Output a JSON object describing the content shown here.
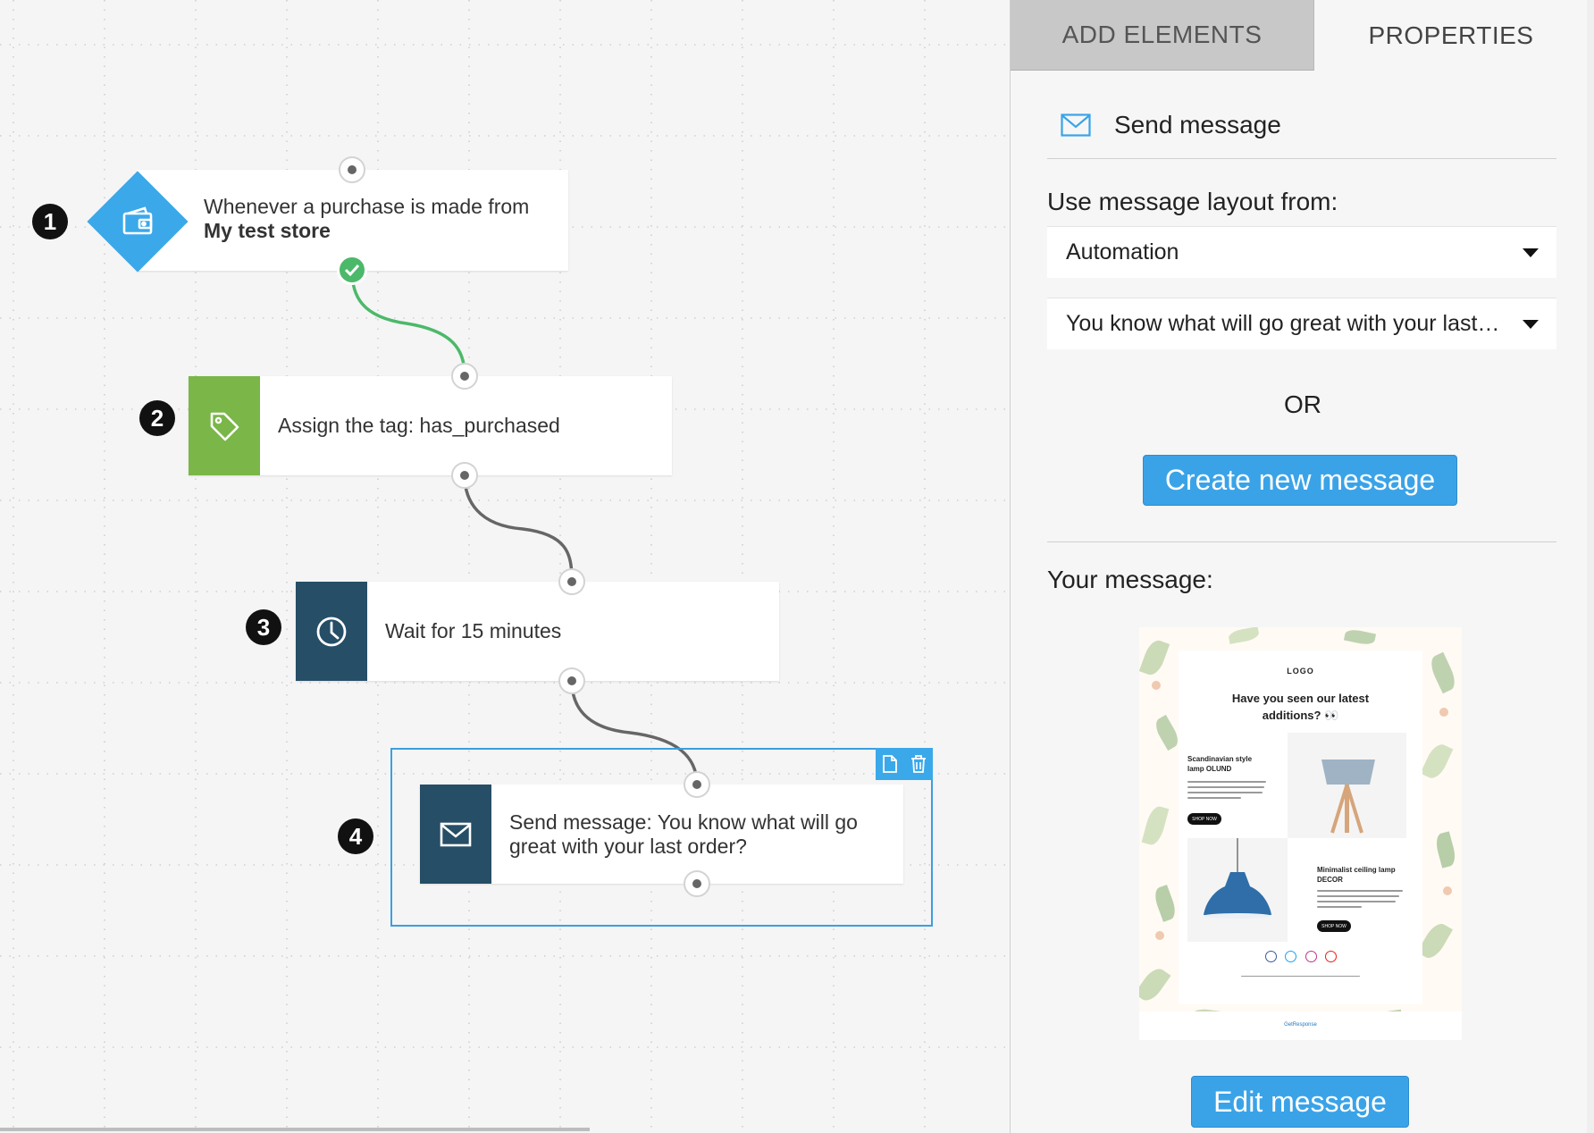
{
  "canvas": {
    "steps": [
      {
        "number": "1",
        "text_before": "Whenever a purchase is made from ",
        "text_bold": "My test store",
        "icon": "wallet-icon",
        "color": "#3ba8ea"
      },
      {
        "number": "2",
        "text": "Assign the tag: has_purchased",
        "icon": "tag-icon",
        "color": "#7ab648"
      },
      {
        "number": "3",
        "text": "Wait for 15 minutes",
        "icon": "clock-icon",
        "color": "#264e66"
      },
      {
        "number": "4",
        "text": "Send message: You know what will go great with your last order?",
        "icon": "envelope-icon",
        "color": "#264e66"
      }
    ],
    "selection_tools": [
      "copy-icon",
      "trash-icon"
    ],
    "connector_colors": {
      "success": "#4cb96a",
      "default": "#666666"
    }
  },
  "panel": {
    "tabs": [
      {
        "label": "ADD ELEMENTS"
      },
      {
        "label": "PROPERTIES"
      }
    ],
    "header_title": "Send message",
    "layout_label": "Use message layout from:",
    "layout_select": "Automation",
    "message_select": "You know what will go great with your last…",
    "or_label": "OR",
    "create_button": "Create new message",
    "your_message_label": "Your message:",
    "edit_button": "Edit message",
    "accent": "#3aa3e8"
  },
  "preview": {
    "logo": "LOGO",
    "headline": "Have you seen our latest additions? 👀",
    "product1_title": "Scandinavian style lamp OLUND",
    "product2_title": "Minimalist ceiling lamp DECOR",
    "shop_button": "SHOP NOW",
    "footer_brand": "GetResponse"
  }
}
